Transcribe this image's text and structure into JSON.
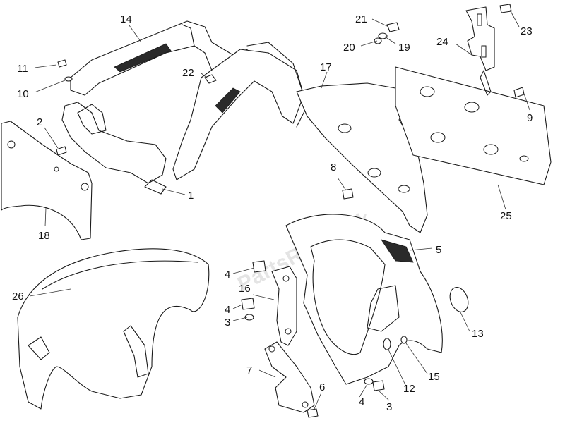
{
  "watermark": "PartsRepublik",
  "callouts": [
    {
      "id": "c14",
      "text": "14"
    },
    {
      "id": "c11",
      "text": "11"
    },
    {
      "id": "c10",
      "text": "10"
    },
    {
      "id": "c22",
      "text": "22"
    },
    {
      "id": "c2",
      "text": "2"
    },
    {
      "id": "c1",
      "text": "1"
    },
    {
      "id": "c18",
      "text": "18"
    },
    {
      "id": "c21",
      "text": "21"
    },
    {
      "id": "c20",
      "text": "20"
    },
    {
      "id": "c19",
      "text": "19"
    },
    {
      "id": "c24",
      "text": "24"
    },
    {
      "id": "c23",
      "text": "23"
    },
    {
      "id": "c17",
      "text": "17"
    },
    {
      "id": "c9",
      "text": "9"
    },
    {
      "id": "c8",
      "text": "8"
    },
    {
      "id": "c25",
      "text": "25"
    },
    {
      "id": "c5",
      "text": "5"
    },
    {
      "id": "c26",
      "text": "26"
    },
    {
      "id": "c4a",
      "text": "4"
    },
    {
      "id": "c16",
      "text": "16"
    },
    {
      "id": "c4b",
      "text": "4"
    },
    {
      "id": "c3a",
      "text": "3"
    },
    {
      "id": "c13",
      "text": "13"
    },
    {
      "id": "c7",
      "text": "7"
    },
    {
      "id": "c15",
      "text": "15"
    },
    {
      "id": "c12",
      "text": "12"
    },
    {
      "id": "c6",
      "text": "6"
    },
    {
      "id": "c4c",
      "text": "4"
    },
    {
      "id": "c3b",
      "text": "3"
    }
  ]
}
